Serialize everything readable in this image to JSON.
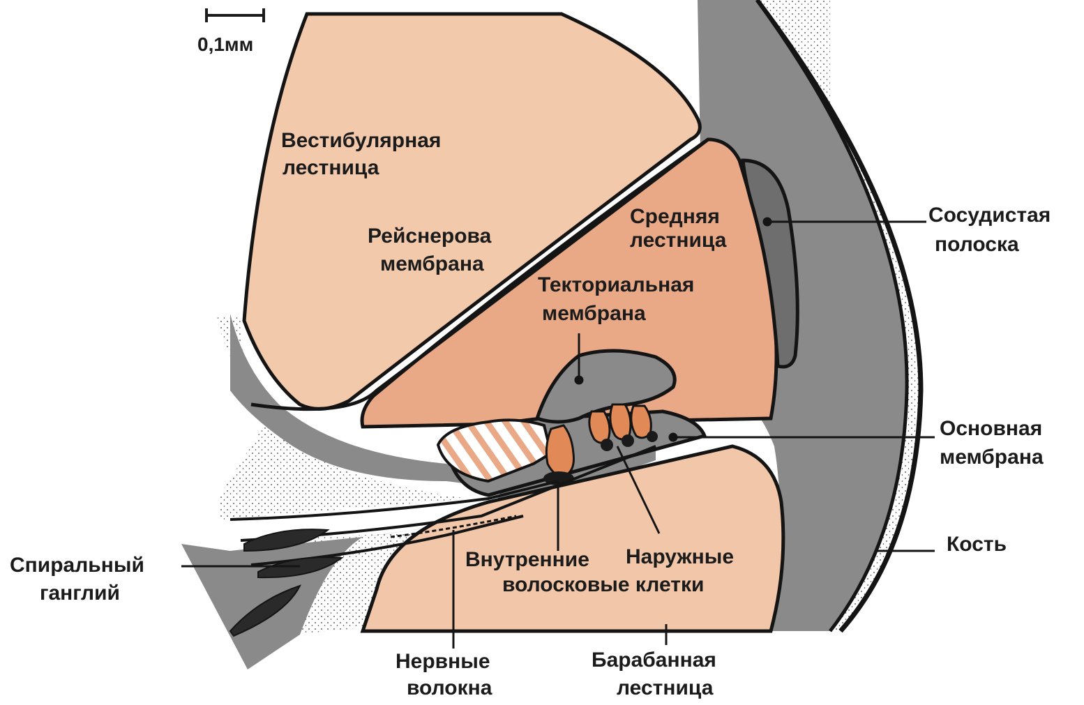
{
  "scale": {
    "label": "0,1мм"
  },
  "labels": {
    "vestibular_1": "Вестибулярная",
    "vestibular_2": "лестница",
    "reissner_1": "Рейснерова",
    "reissner_2": "мембрана",
    "media_1": "Средняя",
    "media_2": "лестница",
    "tectorial_1": "Текториальная",
    "tectorial_2": "мембрана",
    "stria_1": "Сосудистая",
    "stria_2": "полоска",
    "basilar_1": "Основная",
    "basilar_2": "мембрана",
    "bone": "Кость",
    "ganglion_1": "Спиральный",
    "ganglion_2": "ганглий",
    "inner_hc": "Внутренние",
    "outer_hc": "Наружные",
    "hc_common": "волосковые клетки",
    "nerve_1": "Нервные",
    "nerve_2": "волокна",
    "tympani_1": "Барабанная",
    "tympani_2": "лестница"
  },
  "colors": {
    "scala_vestibuli": "#f3c9ac",
    "scala_media": "#e9a987",
    "scala_tympani": "#f2c6a8",
    "tissue_gray": "#8a8a8a",
    "dark_gray": "#6e6e6e",
    "bone": "#ffffff",
    "bone_dots": "#3a3a3a",
    "hair_cell": "#e28a57",
    "outline": "#141414"
  }
}
